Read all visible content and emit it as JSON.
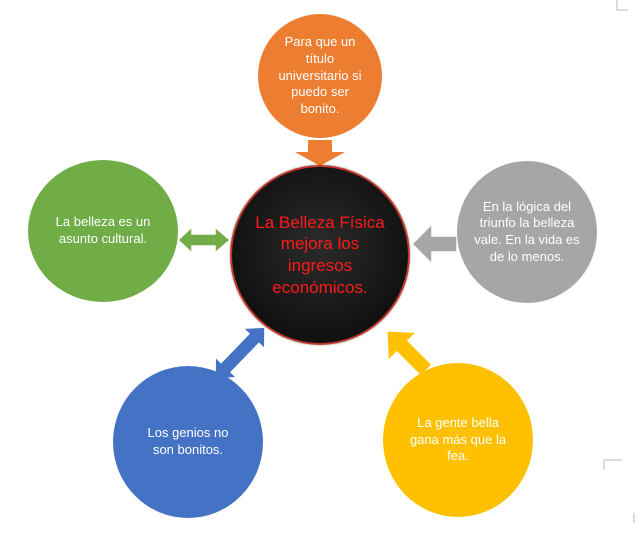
{
  "center": {
    "text": "La Belleza Física mejora los ingresos económicos."
  },
  "nodes": {
    "top": {
      "text": "Para que un título universitario si puedo ser bonito."
    },
    "left": {
      "text": "La belleza es un asunto cultural."
    },
    "right": {
      "text": "En la lógica del triunfo la belleza vale. En la vida es de lo menos."
    },
    "bottom_left": {
      "text": "Los genios no son bonitos."
    },
    "bottom_right": {
      "text": "La gente bella gana más que la fea."
    }
  },
  "colors": {
    "top": "#ed7d31",
    "left": "#70ad47",
    "right": "#a6a6a6",
    "bottom_left": "#4472c4",
    "bottom_right": "#ffc000",
    "center_fill": "#111111",
    "center_text": "#ff1a1a"
  },
  "arrows": {
    "top": "single-arrow-down-icon",
    "left": "double-arrow-icon",
    "right": "single-arrow-left-icon",
    "bottom_left": "double-arrow-icon",
    "bottom_right": "single-arrow-up-left-icon"
  }
}
